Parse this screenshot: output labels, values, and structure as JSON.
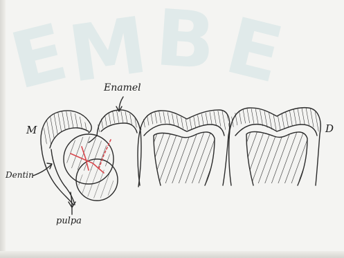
{
  "watermark": {
    "text": "EMBE",
    "color": "#7fb8c2",
    "letters": [
      "E",
      "M",
      "B",
      "E"
    ]
  },
  "labels": {
    "mesial": "M",
    "distal": "D",
    "enamel": "Enamel",
    "dentin": "Dentin",
    "pulpa": "pulpa"
  },
  "colors": {
    "paper": "#f4f4f2",
    "ink": "#2a2a2a",
    "fracture": "#d9474d"
  }
}
